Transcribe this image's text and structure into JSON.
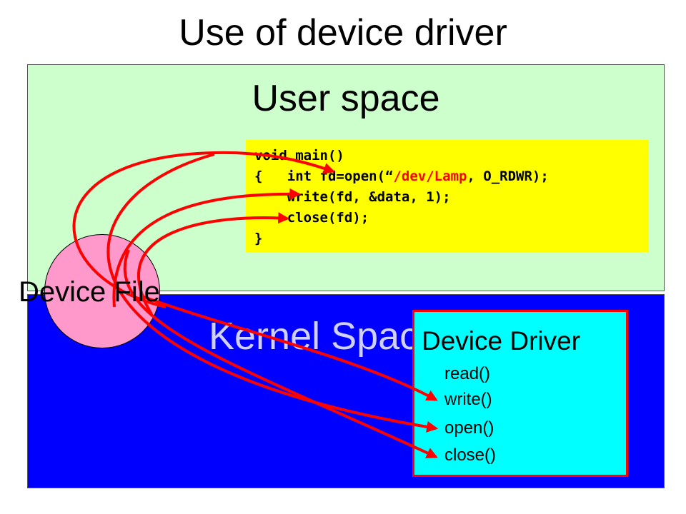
{
  "title": "Use of device driver",
  "user_space": {
    "label": "User space",
    "fill": "#ccffcc"
  },
  "kernel_space": {
    "label": "Kernel Space",
    "fill": "#0000ff"
  },
  "code": {
    "fill": "#ffff00",
    "lines": [
      {
        "before": "void main()",
        "red": "",
        "after": ""
      },
      {
        "before": "{   int fd=open(“",
        "red": "/dev/Lamp",
        "after": ", O_RDWR);"
      },
      {
        "before": "    write(fd, &data, 1);",
        "red": "",
        "after": ""
      },
      {
        "before": "    close(fd);",
        "red": "",
        "after": ""
      },
      {
        "before": "}",
        "red": "",
        "after": ""
      }
    ]
  },
  "device_file": {
    "label": "Device File",
    "fill": "#ff99cc"
  },
  "device_driver": {
    "title": "Device Driver",
    "fill": "#00ffff",
    "border": "#ff0000",
    "functions": [
      "read()",
      "write()",
      "open()",
      "close()"
    ]
  },
  "arrow_color": "#ff0000"
}
